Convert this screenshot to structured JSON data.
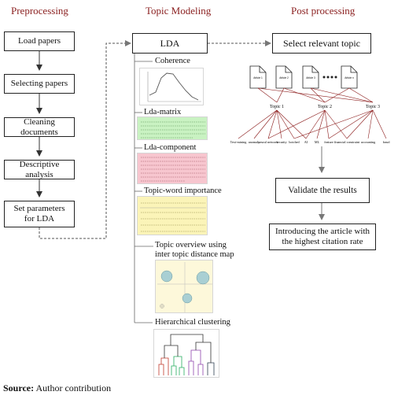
{
  "columns": {
    "preprocessing": "Preprocessing",
    "topic_modeling": "Topic Modeling",
    "post_processing": "Post processing"
  },
  "preprocessing_steps": [
    "Load papers",
    "Selecting papers",
    "Cleaning documents",
    "Descriptive analysis",
    "Set parameters\nfor LDA"
  ],
  "topic_modeling": {
    "lda": "LDA",
    "outputs": [
      "Coherence",
      "Lda-matrix",
      "Lda-component",
      "Topic-word importance",
      "Topic overview using\ninter topic distance map",
      "Hierarchical clustering"
    ]
  },
  "post_processing": {
    "select": "Select relevant topic",
    "articles": [
      "Article 1",
      "Article 2",
      "Article 3",
      "Article n"
    ],
    "topics": [
      "Topic 1",
      "Topic 2",
      "Topic 3"
    ],
    "words": [
      "Text-mining",
      "anomaly",
      "neural network",
      "security",
      "botched",
      "AI",
      "ML",
      "feature",
      "financial constraint",
      "accounting",
      "fraud"
    ],
    "validate": "Validate the results",
    "introduce": "Introducing the article with\nthe highest citation rate"
  },
  "source": {
    "label": "Source:",
    "text": " Author contribution"
  },
  "colors": {
    "title": "#8a1f1f",
    "lda_matrix_bg": "#c9f2c2",
    "lda_component_bg": "#f7c6cf",
    "topic_word_bg": "#fbf4b8",
    "distance_map_bg": "#fdf8da",
    "topic_circle": "#a9cfd3",
    "topic_edge": "#8b1a1a"
  }
}
